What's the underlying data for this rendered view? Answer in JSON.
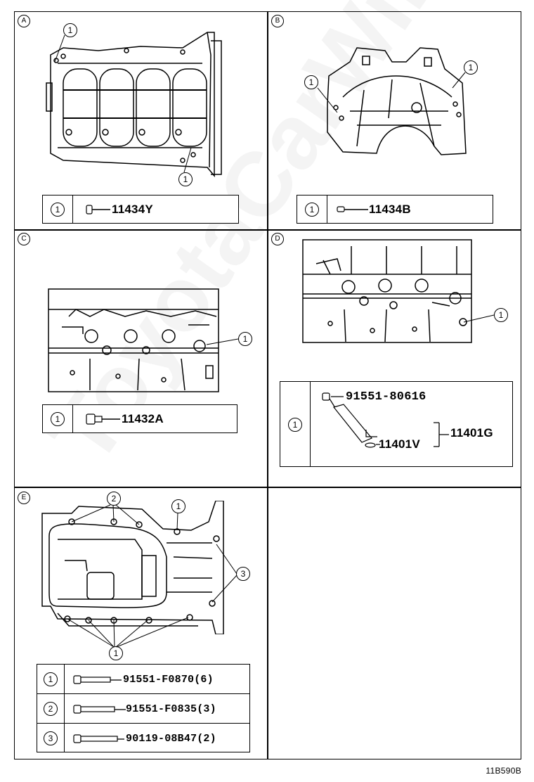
{
  "drawing_id": "11B590B",
  "watermark": "ToyotaCarWire.ru",
  "panels": {
    "A": {
      "letter": "A",
      "callouts": [
        "1",
        "1"
      ],
      "legend": {
        "num": "1",
        "part": "11434Y"
      }
    },
    "B": {
      "letter": "B",
      "callouts": [
        "1",
        "1"
      ],
      "legend": {
        "num": "1",
        "part": "11434B"
      }
    },
    "C": {
      "letter": "C",
      "callouts": [
        "1"
      ],
      "legend": {
        "num": "1",
        "part": "11432A"
      }
    },
    "D": {
      "letter": "D",
      "callouts": [
        "1"
      ],
      "legend": {
        "num": "1",
        "part_a": "91551-80616",
        "part_b": "11401V",
        "assembly": "11401G"
      }
    },
    "E": {
      "letter": "E",
      "callouts": [
        "2",
        "1",
        "3",
        "1"
      ],
      "legend": [
        {
          "num": "1",
          "part": "91551-F0870(6)"
        },
        {
          "num": "2",
          "part": "91551-F0835(3)"
        },
        {
          "num": "3",
          "part": "90119-08B47(2)"
        }
      ]
    }
  }
}
